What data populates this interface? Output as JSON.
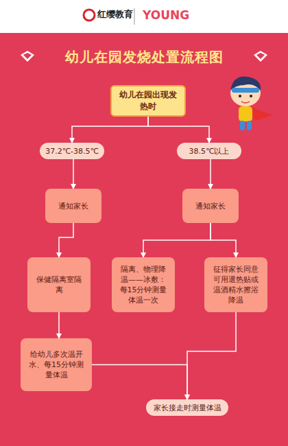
{
  "diagram": {
    "title": "幼儿在园发烧处置流程图",
    "nodes": [
      {
        "text": [
          "幼儿在园出现发热时"
        ]
      },
      {
        "text": [
          "37.2℃-38.5℃"
        ]
      },
      {
        "text": [
          "38.5℃以上"
        ]
      },
      {
        "text": [
          "通知家长"
        ]
      },
      {
        "text": [
          "通知家长"
        ]
      },
      {
        "text": [
          "保健隔离室隔离"
        ]
      },
      {
        "text": [
          "隔离、物理降温——冰敷：每15分钟测量体温一次"
        ]
      },
      {
        "text": [
          "征得家长同意可用退热贴或温酒精水擦浴降温"
        ]
      },
      {
        "text": [
          "给幼儿多次温开水、每15分钟测量体温"
        ]
      },
      {
        "text": [
          "家长接走时测量体温"
        ]
      }
    ],
    "edges": [
      {
        "from": 0,
        "to": 1,
        "arrow": "to"
      },
      {
        "from": 0,
        "to": 2,
        "arrow": "to"
      },
      {
        "from": 1,
        "to": 3,
        "arrow": "to"
      },
      {
        "from": 2,
        "to": 4,
        "arrow": "to"
      },
      {
        "from": 3,
        "to": 5,
        "arrow": "to"
      },
      {
        "from": 4,
        "to": 6,
        "arrow": "to"
      },
      {
        "from": 4,
        "to": 7,
        "arrow": "to"
      },
      {
        "from": 5,
        "to": 8,
        "arrow": "to"
      },
      {
        "from": 8,
        "to": 9,
        "arrow": "to"
      },
      {
        "from": 7,
        "to": 9,
        "arrow": "to"
      }
    ],
    "labels": [
      "红缨教育",
      "YOUNG"
    ]
  }
}
